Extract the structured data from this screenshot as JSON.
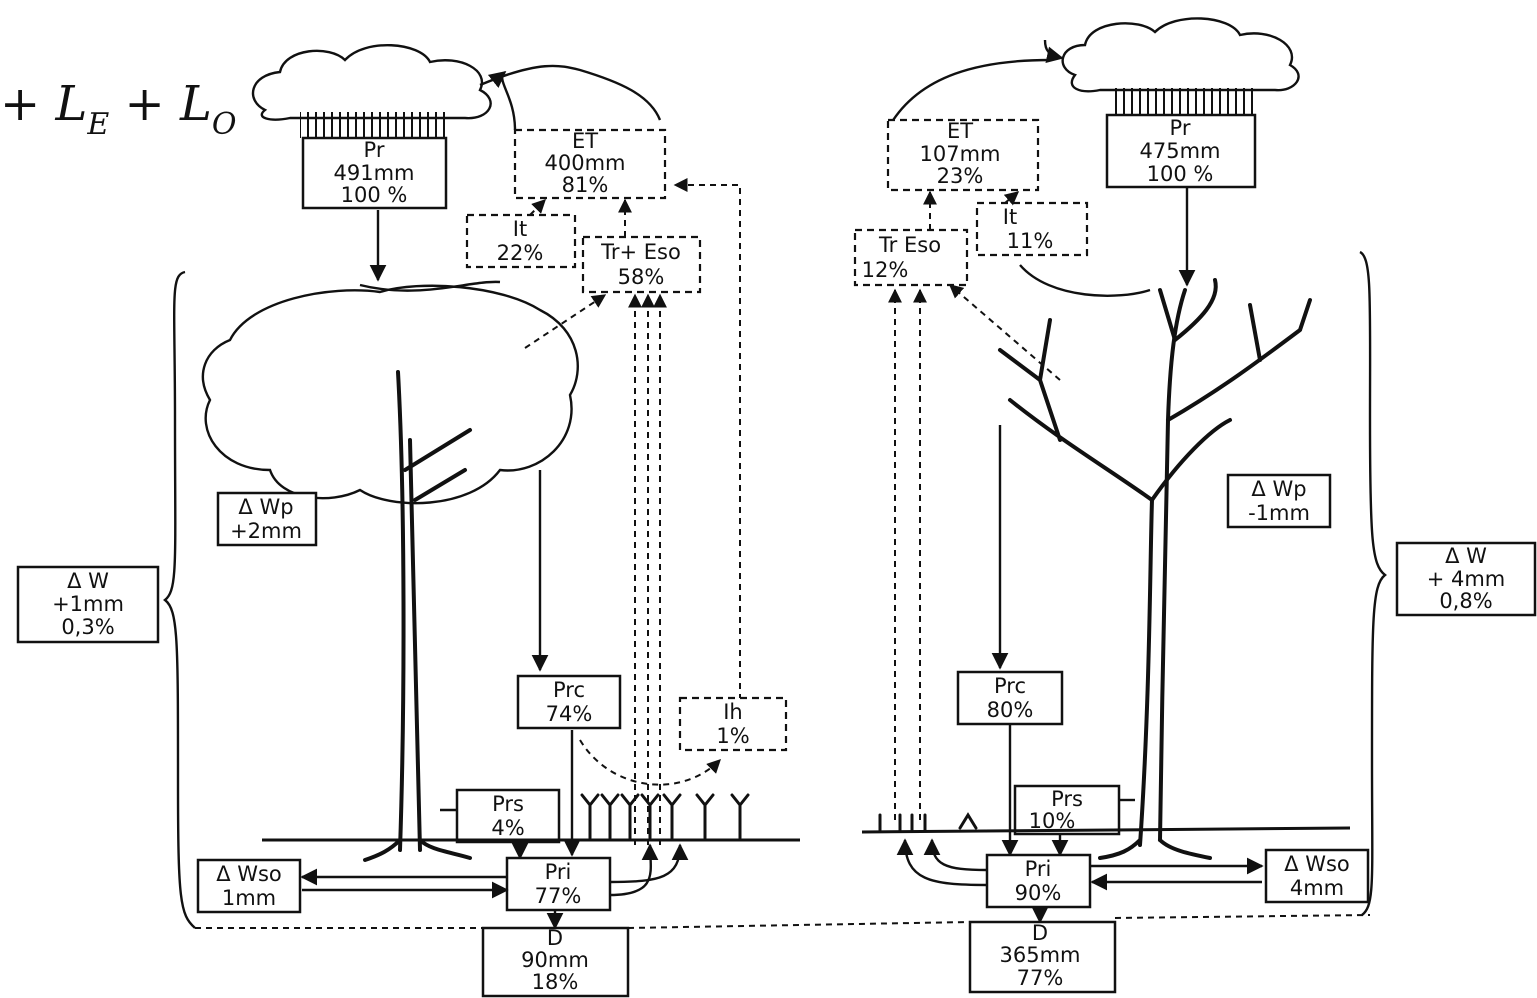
{
  "equation": {
    "text": "+ L",
    "sub1": "E",
    "mid": " + L",
    "sub2": "O"
  },
  "left": {
    "pr": {
      "line1": "Pr",
      "line2": "491mm",
      "line3": "100 %"
    },
    "et": {
      "line1": "ET",
      "line2": "400mm",
      "line3": "81%"
    },
    "it": {
      "line1": "It",
      "line2": "22%"
    },
    "tr": {
      "line1": "Tr+ Eso",
      "line2": "58%"
    },
    "dwp": {
      "line1": "Δ Wp",
      "line2": "+2mm"
    },
    "dw": {
      "line1": "Δ W",
      "line2": "+1mm",
      "line3": "0,3%"
    },
    "prc": {
      "line1": "Prc",
      "line2": "74%"
    },
    "ih": {
      "line1": "Ih",
      "line2": "1%"
    },
    "prs": {
      "line1": "Prs",
      "line2": "4%"
    },
    "pri": {
      "line1": "Pri",
      "line2": "77%"
    },
    "dwso": {
      "line1": "Δ Wso",
      "line2": "1mm"
    },
    "d": {
      "line1": "D",
      "line2": "90mm",
      "line3": "18%"
    }
  },
  "right": {
    "pr": {
      "line1": "Pr",
      "line2": "475mm",
      "line3": "100 %"
    },
    "et": {
      "line1": "ET",
      "line2": "107mm",
      "line3": "23%"
    },
    "it": {
      "line1": "It",
      "line2": "11%"
    },
    "tr": {
      "line1": "Tr  Eso",
      "line2": "12%"
    },
    "dwp": {
      "line1": "Δ Wp",
      "line2": "-1mm"
    },
    "dw": {
      "line1": "Δ W",
      "line2": "+ 4mm",
      "line3": "0,8%"
    },
    "prc": {
      "line1": "Prc",
      "line2": "80%"
    },
    "prs": {
      "line1": "Prs",
      "line2": "10%"
    },
    "pri": {
      "line1": "Pri",
      "line2": "90%"
    },
    "dwso": {
      "line1": "Δ Wso",
      "line2": "4mm"
    },
    "d": {
      "line1": "D",
      "line2": "365mm",
      "line3": "77%"
    }
  }
}
